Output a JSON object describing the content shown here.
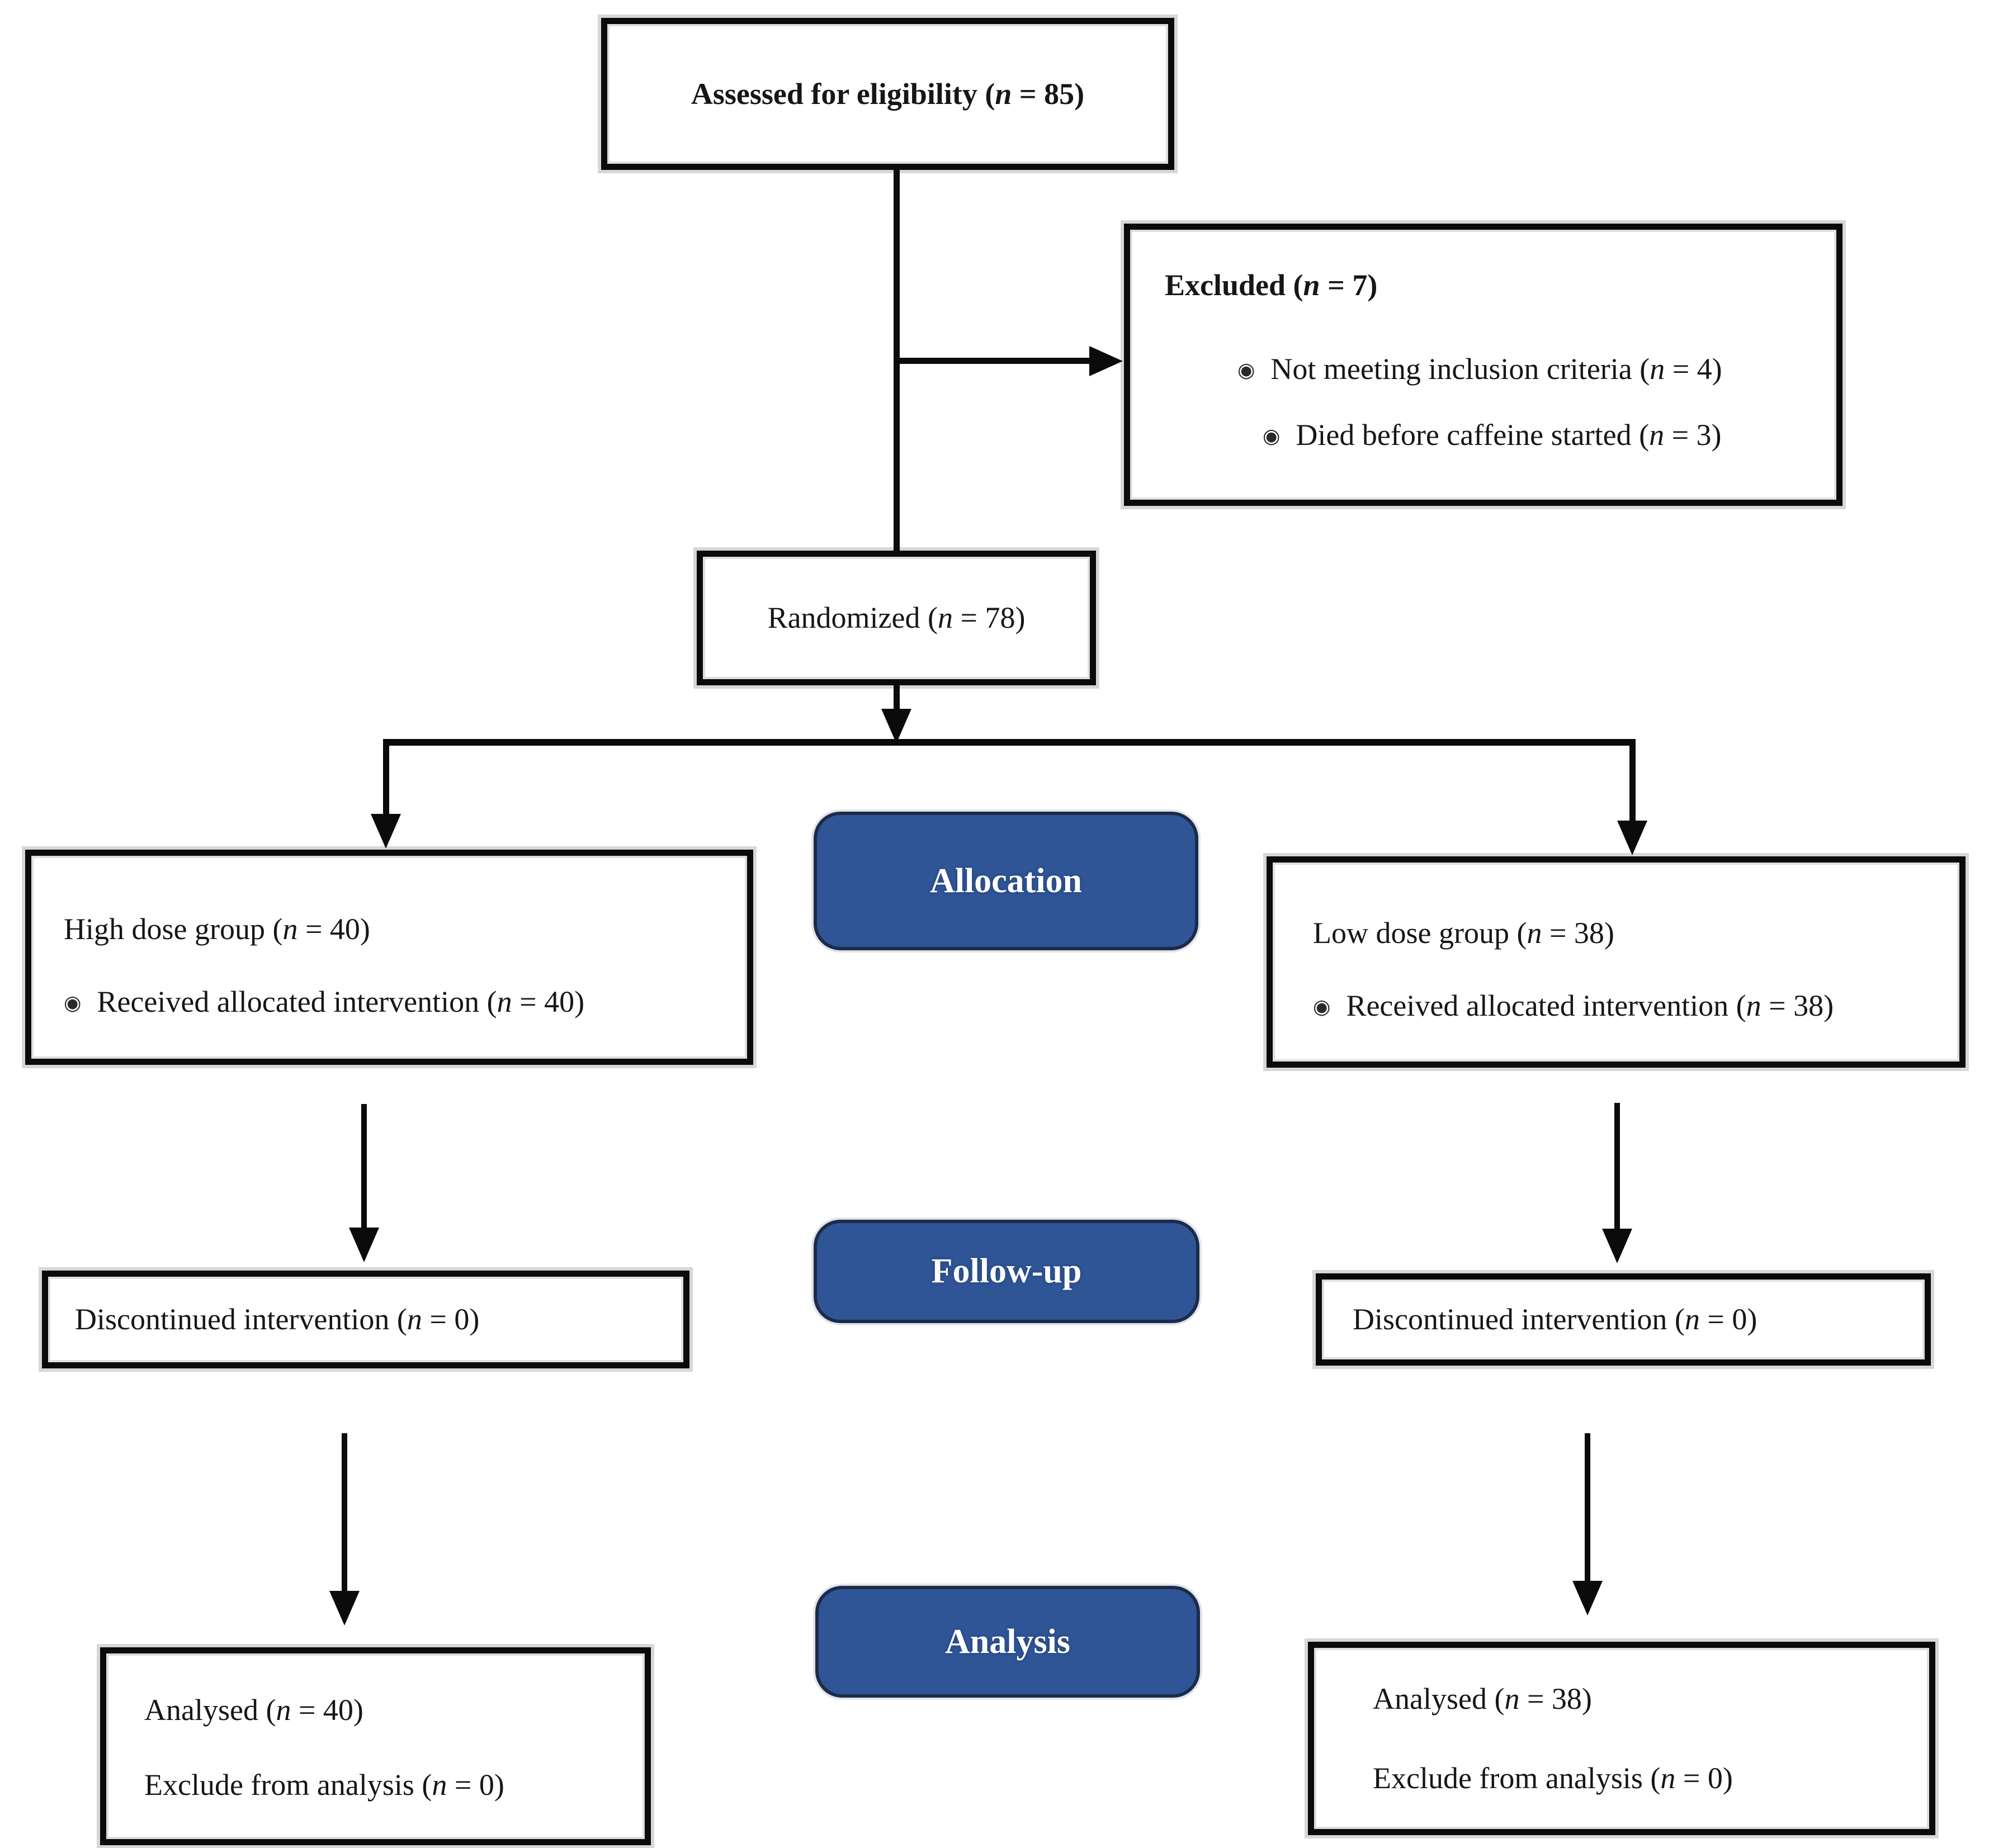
{
  "colors": {
    "stage_fill": "#2F5597",
    "stage_border": "#1C2B4A",
    "stage_text": "#FFFFFF",
    "box_border": "#0B0B0B",
    "text": "#161616",
    "background": "#FFFFFF",
    "connector": "#0B0B0B"
  },
  "bullet_glyph": "◉",
  "nodes": {
    "assessed": {
      "text": "Assessed for eligibility (n = 85)"
    },
    "excluded": {
      "title": "Excluded (n = 7)",
      "bullets": [
        "Not meeting inclusion criteria (n = 4)",
        "Died before caffeine started (n = 3)"
      ]
    },
    "randomized": {
      "text": "Randomized (n = 78)"
    },
    "allocation_label": "Allocation",
    "group_left": {
      "title": "High dose group (n = 40)",
      "bullets": [
        "Received allocated intervention (n = 40)"
      ]
    },
    "group_right": {
      "title": "Low dose group (n = 38)",
      "bullets": [
        "Received allocated intervention (n = 38)"
      ]
    },
    "followup_label": "Follow-up",
    "followup_left": {
      "text": "Discontinued intervention (n = 0)"
    },
    "followup_right": {
      "text": "Discontinued intervention (n = 0)"
    },
    "analysis_label": "Analysis",
    "analysis_left": {
      "lines": [
        "Analysed (n = 40)",
        "Exclude from analysis (n = 0)"
      ]
    },
    "analysis_right": {
      "lines": [
        "Analysed (n = 38)",
        "Exclude from analysis (n = 0)"
      ]
    }
  }
}
